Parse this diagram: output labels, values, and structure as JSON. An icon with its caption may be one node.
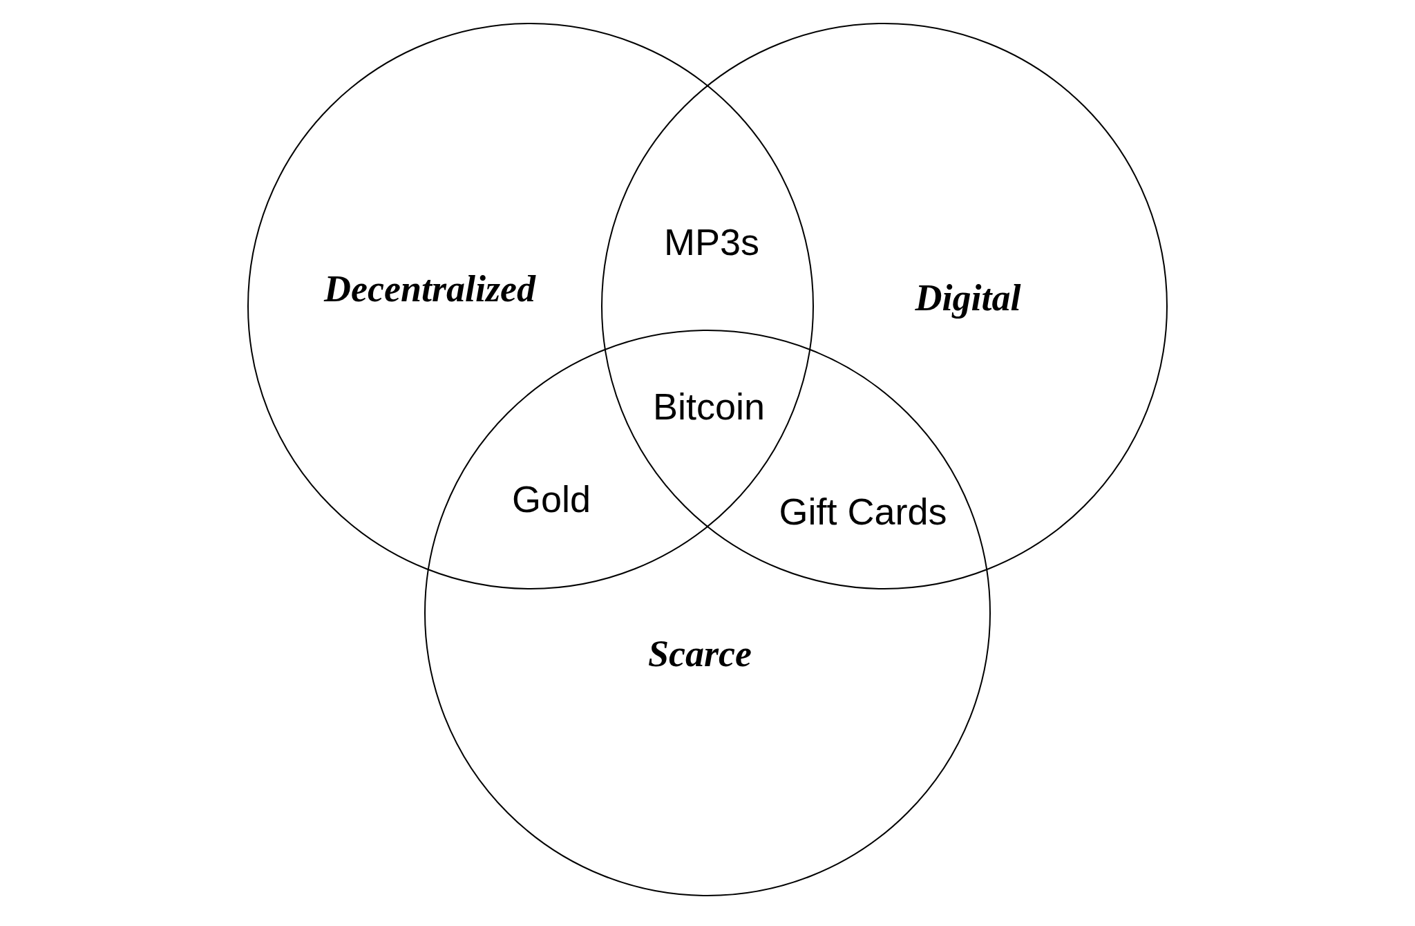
{
  "diagram": {
    "nodes": [
      {
        "text": [
          "Decentralized"
        ]
      },
      {
        "text": [
          "Digital"
        ]
      },
      {
        "text": [
          "Scarce"
        ]
      }
    ],
    "labels": [
      "MP3s",
      "Bitcoin",
      "Gold",
      "Gift Cards"
    ]
  }
}
